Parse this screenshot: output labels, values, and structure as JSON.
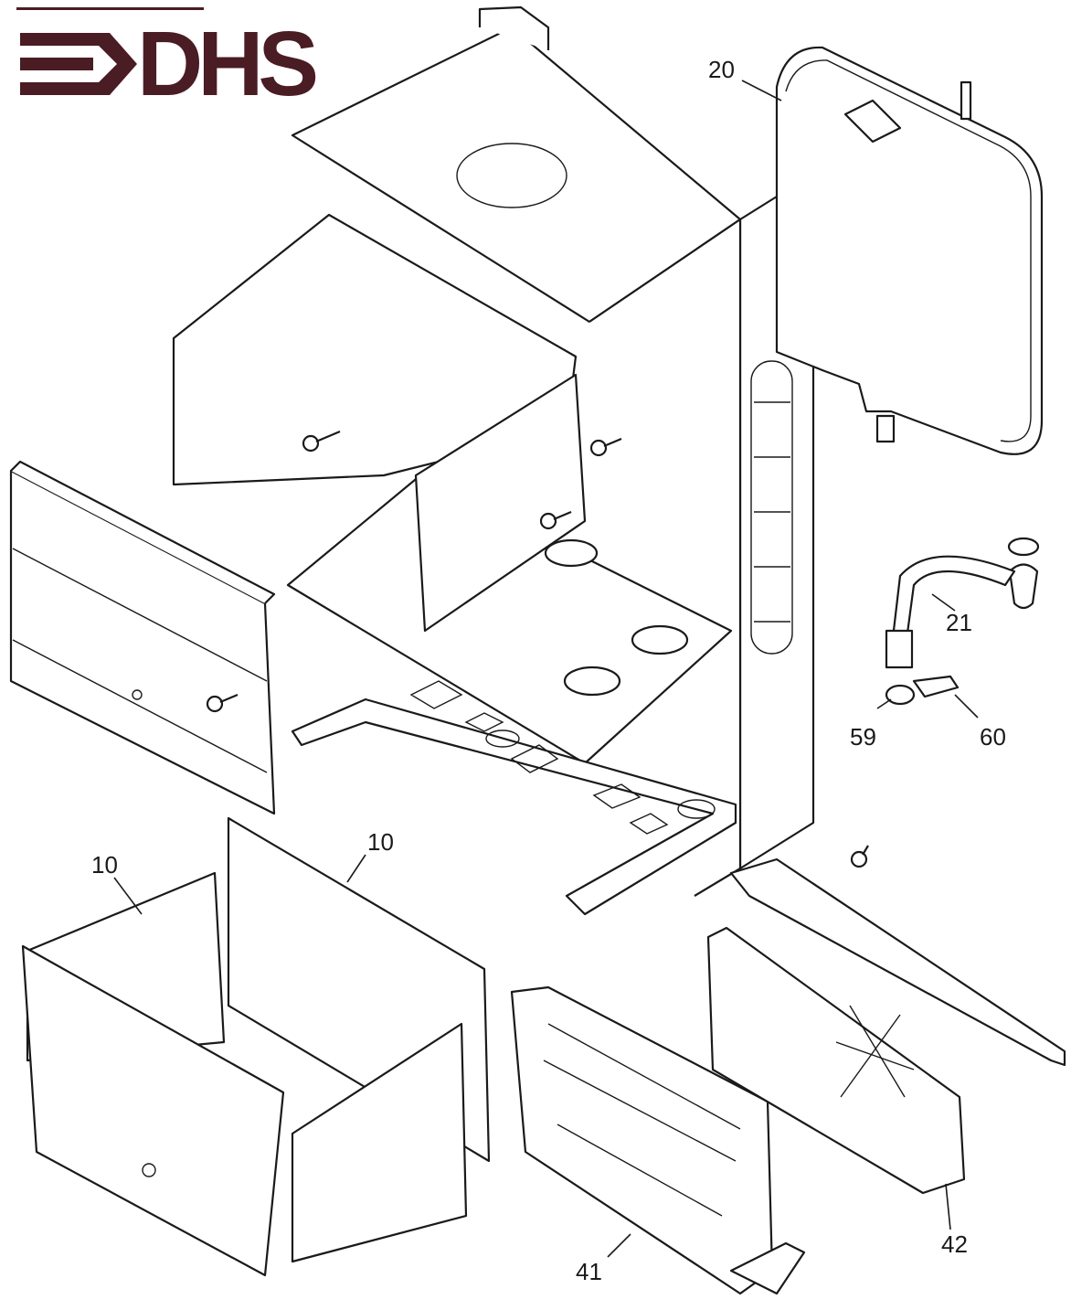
{
  "logo": {
    "text": "DHS",
    "color": "#4a1c24"
  },
  "labels": {
    "l20": "20",
    "l21": "21",
    "l59": "59",
    "l60": "60",
    "l10a": "10",
    "l10b": "10",
    "l41": "41",
    "l42": "42"
  },
  "colors": {
    "ink": "#1a1a1a",
    "paper": "#ffffff"
  }
}
